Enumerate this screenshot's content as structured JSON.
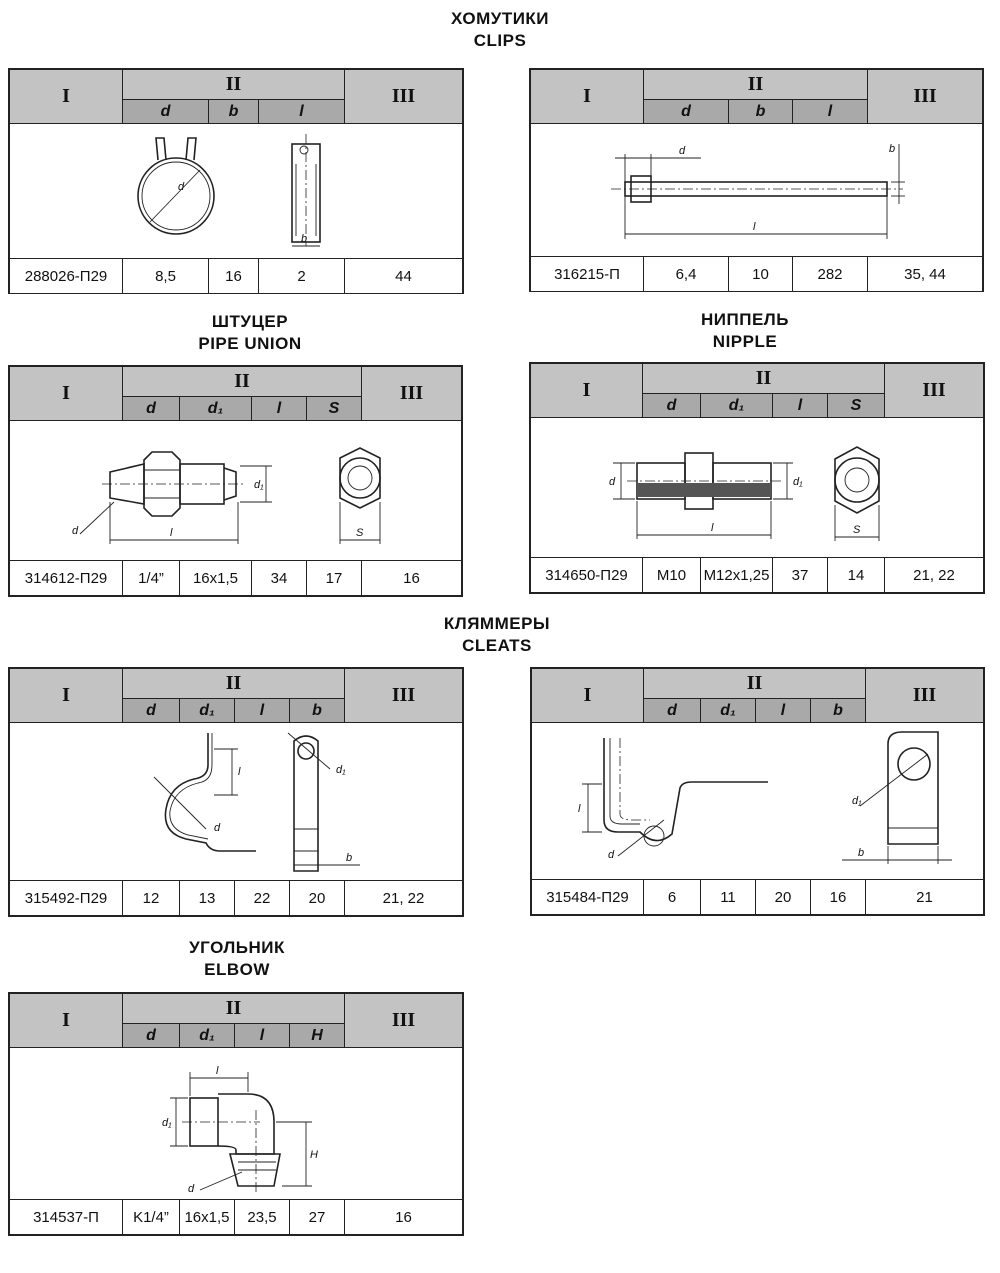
{
  "headers": {
    "col1": "I",
    "col2": "II",
    "col3": "III"
  },
  "sections": [
    {
      "ru": "ХОМУТИКИ",
      "en": "CLIPS"
    },
    {
      "ru": "ШТУЦЕР",
      "en": "PIPE UNION"
    },
    {
      "ru": "НИППЕЛЬ",
      "en": "NIPPLE"
    },
    {
      "ru": "КЛЯММЕРЫ",
      "en": "CLEATS"
    },
    {
      "ru": "УГОЛЬНИК",
      "en": "ELBOW"
    }
  ],
  "parts": [
    {
      "number": "288026-П29",
      "params": [
        "d",
        "b",
        "l"
      ],
      "values": [
        "8,5",
        "16",
        "2"
      ],
      "ref": "44"
    },
    {
      "number": "316215-П",
      "params": [
        "d",
        "b",
        "l"
      ],
      "values": [
        "6,4",
        "10",
        "282"
      ],
      "ref": "35, 44"
    },
    {
      "number": "314612-П29",
      "params": [
        "d",
        "d₁",
        "l",
        "S"
      ],
      "values": [
        "1/4”",
        "16x1,5",
        "34",
        "17"
      ],
      "ref": "16"
    },
    {
      "number": "314650-П29",
      "params": [
        "d",
        "d₁",
        "l",
        "S"
      ],
      "values": [
        "M10",
        "M12x1,25",
        "37",
        "14"
      ],
      "ref": "21, 22"
    },
    {
      "number": "315492-П29",
      "params": [
        "d",
        "d₁",
        "l",
        "b"
      ],
      "values": [
        "12",
        "13",
        "22",
        "20"
      ],
      "ref": "21, 22"
    },
    {
      "number": "315484-П29",
      "params": [
        "d",
        "d₁",
        "l",
        "b"
      ],
      "values": [
        "6",
        "11",
        "20",
        "16"
      ],
      "ref": "21"
    },
    {
      "number": "314537-П",
      "params": [
        "d",
        "d₁",
        "l",
        "H"
      ],
      "values": [
        "K1/4”",
        "16x1,5",
        "23,5",
        "27"
      ],
      "ref": "16"
    }
  ],
  "dims": {
    "d": "d",
    "d1": "d₁",
    "b": "b",
    "l": "l",
    "S": "S",
    "H": "H"
  }
}
